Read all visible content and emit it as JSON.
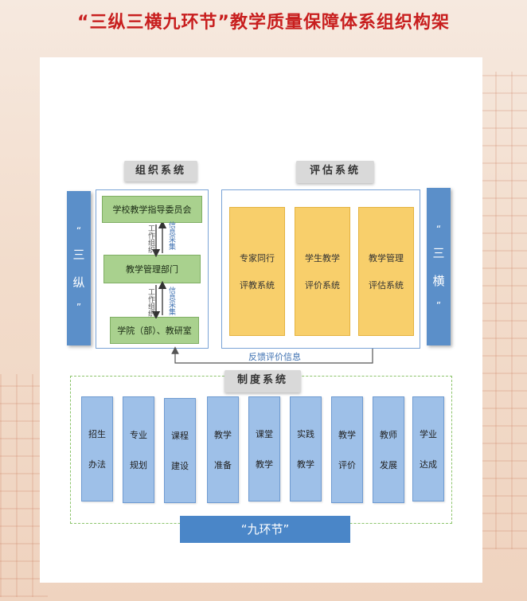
{
  "title": "“三纵三横九环节”教学质量保障体系组织构架",
  "org": {
    "header": "组织系统",
    "nodes": [
      "学校教学指导委员会",
      "教学管理部门",
      "学院（部）、教研室"
    ],
    "down_label": "工作组织",
    "up_label": "信息采集"
  },
  "eval": {
    "header": "评估系统",
    "boxes": [
      {
        "l1": "专家同行",
        "l2": "评教系统"
      },
      {
        "l1": "学生教学",
        "l2": "评价系统"
      },
      {
        "l1": "教学管理",
        "l2": "评估系统"
      }
    ]
  },
  "left_bar": {
    "q1": "“",
    "c1": "三",
    "c2": "纵",
    "q2": "”"
  },
  "right_bar": {
    "q1": "“",
    "c1": "三",
    "c2": "横",
    "q2": "”"
  },
  "feedback": "反馈评价信息",
  "inst": {
    "header": "制度系统",
    "items": [
      {
        "l1": "招生",
        "l2": "办法"
      },
      {
        "l1": "专业",
        "l2": "规划"
      },
      {
        "l1": "课程",
        "l2": "建设"
      },
      {
        "l1": "教学",
        "l2": "准备"
      },
      {
        "l1": "课堂",
        "l2": "教学"
      },
      {
        "l1": "实践",
        "l2": "教学"
      },
      {
        "l1": "教学",
        "l2": "评价"
      },
      {
        "l1": "教师",
        "l2": "发展"
      },
      {
        "l1": "学业",
        "l2": "达成"
      }
    ]
  },
  "footer": "“九环节”",
  "colors": {
    "title": "#c81e1e",
    "blue": "#5b8fc9",
    "green": "#a9d18e",
    "orange": "#f8cf6b",
    "light_blue": "#9ec0e8"
  }
}
